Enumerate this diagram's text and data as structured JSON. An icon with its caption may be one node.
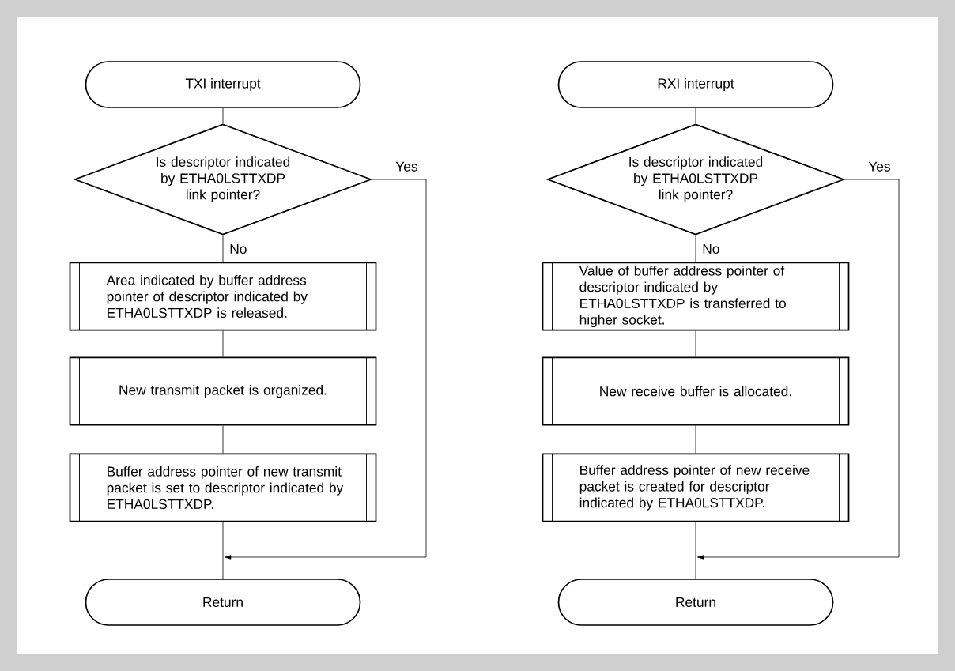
{
  "diagram": {
    "nodes": [
      {
        "text": [
          "TXI interrupt"
        ]
      },
      {
        "text": [
          "Is descriptor indicated by ETHA0LSTTXDP link pointer?"
        ]
      },
      {
        "text": [
          "Area indicated by buffer address pointer of descriptor indicated by ETHA0LSTTXDP is released."
        ]
      },
      {
        "text": [
          "New transmit packet is organized."
        ]
      },
      {
        "text": [
          "Buffer address pointer of new transmit packet is set to descriptor indicated by ETHA0LSTTXDP."
        ]
      },
      {
        "text": [
          "Return"
        ]
      },
      {
        "text": [
          "RXI interrupt"
        ]
      },
      {
        "text": [
          "Is descriptor indicated by ETHA0LSTTXDP link pointer?"
        ]
      },
      {
        "text": [
          "Value of buffer address pointer of descriptor indicated by ETHA0LSTTXDP is transferred to higher socket."
        ]
      },
      {
        "text": [
          "New receive buffer is allocated."
        ]
      },
      {
        "text": [
          "Buffer address pointer of new receive packet is created for descriptor indicated by ETHA0LSTTXDP."
        ]
      },
      {
        "text": [
          "Return"
        ]
      }
    ],
    "edges": [
      {
        "from": 0,
        "to": 1,
        "arrow": "none"
      },
      {
        "from": 1,
        "to": 2,
        "arrow": "none",
        "label": "No"
      },
      {
        "from": 2,
        "to": 3,
        "arrow": "none"
      },
      {
        "from": 3,
        "to": 4,
        "arrow": "none"
      },
      {
        "from": 4,
        "to": 5,
        "arrow": "none"
      },
      {
        "from": 1,
        "to": 5,
        "arrow": "to",
        "label": "Yes"
      },
      {
        "from": 6,
        "to": 7,
        "arrow": "none"
      },
      {
        "from": 7,
        "to": 8,
        "arrow": "none",
        "label": "No"
      },
      {
        "from": 8,
        "to": 9,
        "arrow": "none"
      },
      {
        "from": 9,
        "to": 10,
        "arrow": "none"
      },
      {
        "from": 10,
        "to": 11,
        "arrow": "none"
      },
      {
        "from": 7,
        "to": 11,
        "arrow": "to",
        "label": "Yes"
      }
    ]
  }
}
